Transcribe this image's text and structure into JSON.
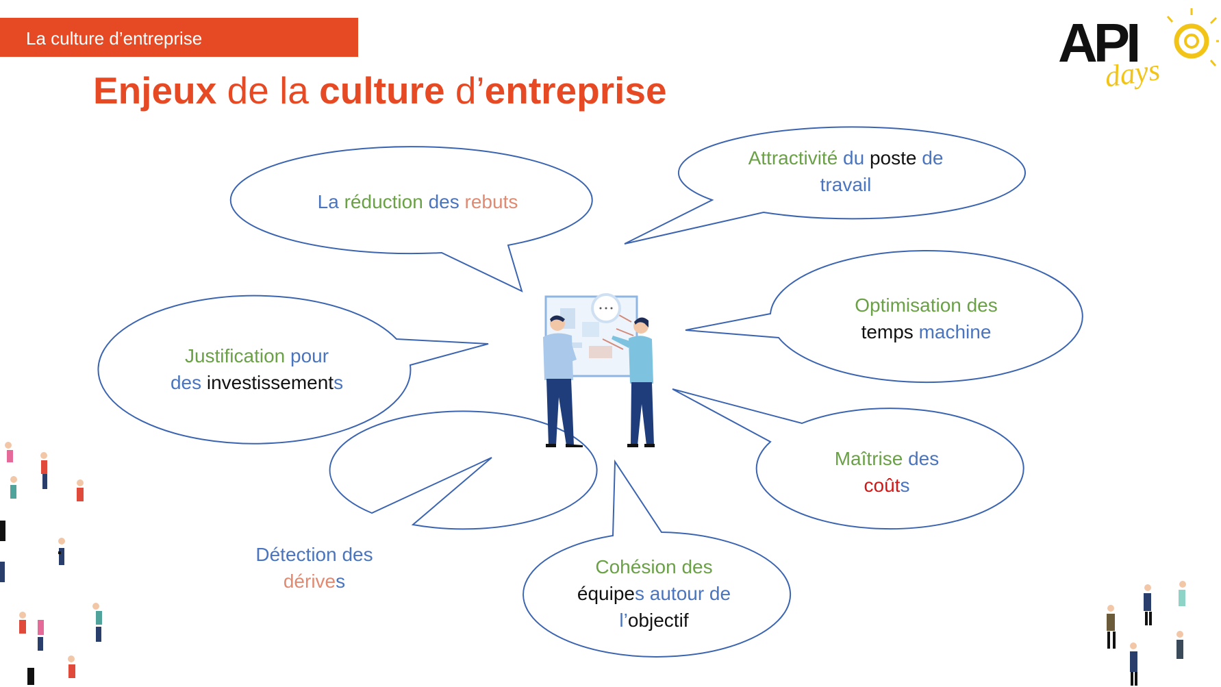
{
  "header": {
    "section_label": "La culture d’entreprise"
  },
  "title": {
    "part1": "Enjeux",
    "part2": " de la ",
    "part3": "culture",
    "part4": " d’",
    "part5": "entreprise"
  },
  "logo": {
    "main": "API",
    "sub": "days"
  },
  "colors": {
    "accent": "#e54a24",
    "bubble_stroke": "#3b64b0",
    "green": "#6aa046",
    "blue": "#4a74bd",
    "salmon": "#e08a72",
    "red": "#d01818"
  },
  "bubbles": {
    "rebuts": {
      "w1": "La ",
      "w2": "réduction",
      "w3": " des ",
      "w4": "rebuts"
    },
    "attract": {
      "w1": "Attractivité",
      "w2": " du ",
      "w3": "poste",
      "w4": " de",
      "w5": "travail"
    },
    "justif": {
      "w1": "Justification",
      "w2": " pour",
      "w3": "des ",
      "w4": "investissement",
      "w5": "s"
    },
    "optim": {
      "w1": "Optimisation des",
      "w2": "temps",
      "w3": " machine"
    },
    "maitrise": {
      "w1": "Maîtrise",
      "w2": " des",
      "w3": "coût",
      "w4": "s"
    },
    "detection": {
      "w1": "Détection des",
      "w2": "dérive",
      "w3": "s"
    },
    "cohesion": {
      "w1": "Cohésion des",
      "w2": "équipe",
      "w3": "s autour de",
      "w4": "l’",
      "w5": "objectif"
    }
  }
}
